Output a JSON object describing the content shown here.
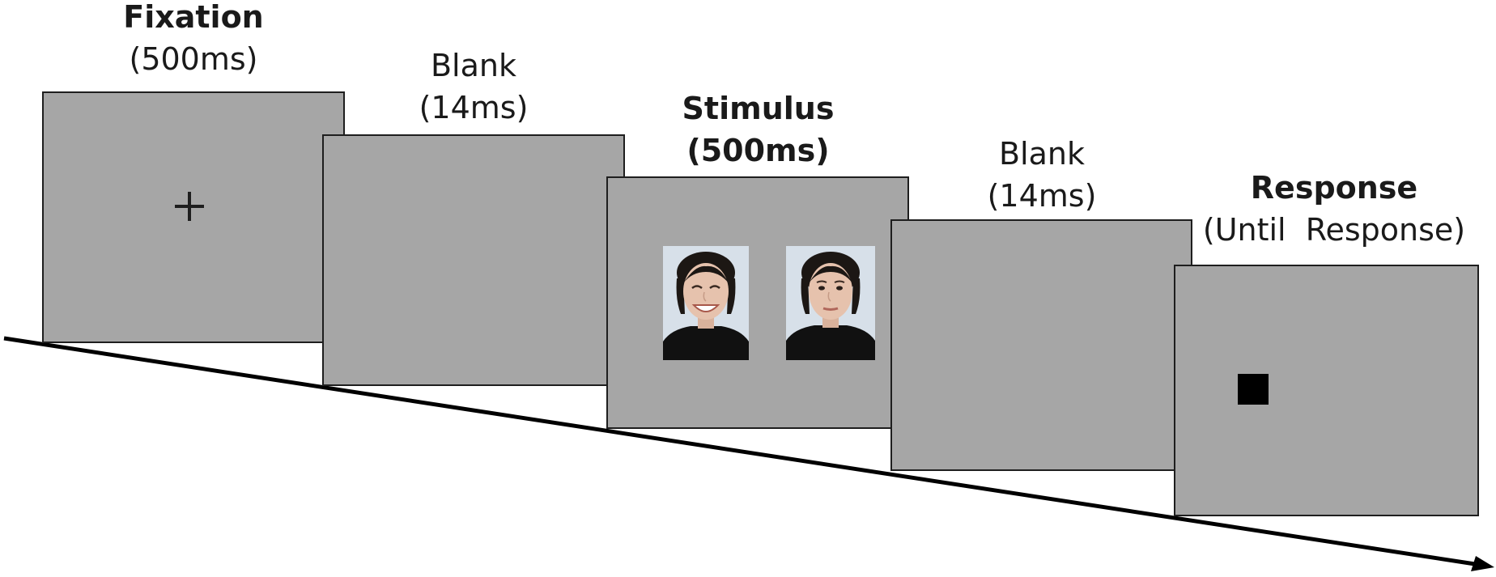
{
  "timeline": {
    "stages": [
      {
        "title": "Fixation",
        "duration": "(500ms)",
        "title_bold": true,
        "duration_bold": false
      },
      {
        "title": "Blank",
        "duration": "(14ms)",
        "title_bold": false,
        "duration_bold": false
      },
      {
        "title": "Stimulus",
        "duration": "(500ms)",
        "title_bold": true,
        "duration_bold": true
      },
      {
        "title": "Blank",
        "duration": "(14ms)",
        "title_bold": false,
        "duration_bold": false
      },
      {
        "title": "Response",
        "duration": "(Until  Response)",
        "title_bold": true,
        "duration_bold": false
      }
    ]
  },
  "stimulus": {
    "faces": [
      {
        "expression": "smiling"
      },
      {
        "expression": "neutral"
      }
    ]
  },
  "colors": {
    "screen_fill": "#a6a6a6",
    "screen_border": "#1e1e1e",
    "arrow": "#000000",
    "face_background": "#d7e0e9",
    "hair": "#1c1714",
    "skin": "#e6c2ad",
    "shirt": "#111111",
    "response_square": "#000000"
  }
}
